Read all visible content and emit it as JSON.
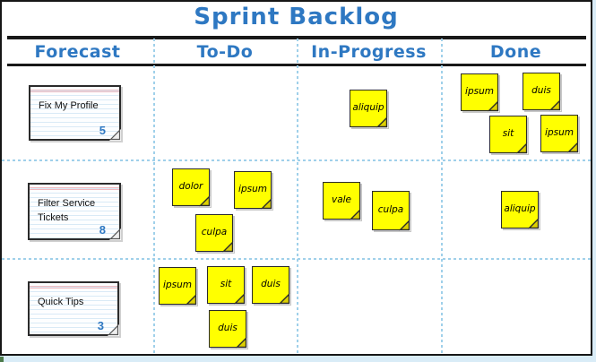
{
  "board": {
    "title": "Sprint Backlog",
    "columns": [
      {
        "label": "Forecast"
      },
      {
        "label": "To-Do"
      },
      {
        "label": "In-Progress"
      },
      {
        "label": "Done"
      }
    ],
    "cards": [
      {
        "title": "Fix My Profile",
        "points": "5",
        "row": 1
      },
      {
        "title": "Filter Service Tickets",
        "points": "8",
        "row": 2
      },
      {
        "title": "Quick Tips",
        "points": "3",
        "row": 3
      }
    ],
    "notes": [
      {
        "label": "aliquip",
        "column": "In-Progress",
        "row": 1
      },
      {
        "label": "ipsum",
        "column": "Done",
        "row": 1
      },
      {
        "label": "duis",
        "column": "Done",
        "row": 1
      },
      {
        "label": "sit",
        "column": "Done",
        "row": 1
      },
      {
        "label": "ipsum",
        "column": "Done",
        "row": 1
      },
      {
        "label": "dolor",
        "column": "To-Do",
        "row": 2
      },
      {
        "label": "ipsum",
        "column": "To-Do",
        "row": 2
      },
      {
        "label": "culpa",
        "column": "To-Do",
        "row": 2
      },
      {
        "label": "vale",
        "column": "In-Progress",
        "row": 2
      },
      {
        "label": "culpa",
        "column": "In-Progress",
        "row": 2
      },
      {
        "label": "aliquip",
        "column": "Done",
        "row": 2
      },
      {
        "label": "ipsum",
        "column": "To-Do",
        "row": 3
      },
      {
        "label": "sit",
        "column": "To-Do",
        "row": 3
      },
      {
        "label": "duis",
        "column": "To-Do",
        "row": 3
      },
      {
        "label": "duis",
        "column": "To-Do",
        "row": 3
      }
    ],
    "colors": {
      "accent_blue": "#2e78c2",
      "sticky_yellow": "#ffff00",
      "dash_blue": "#9fd0ea",
      "page_bg": "#d9ecf7",
      "corner_green": "#4c7a4a"
    }
  }
}
